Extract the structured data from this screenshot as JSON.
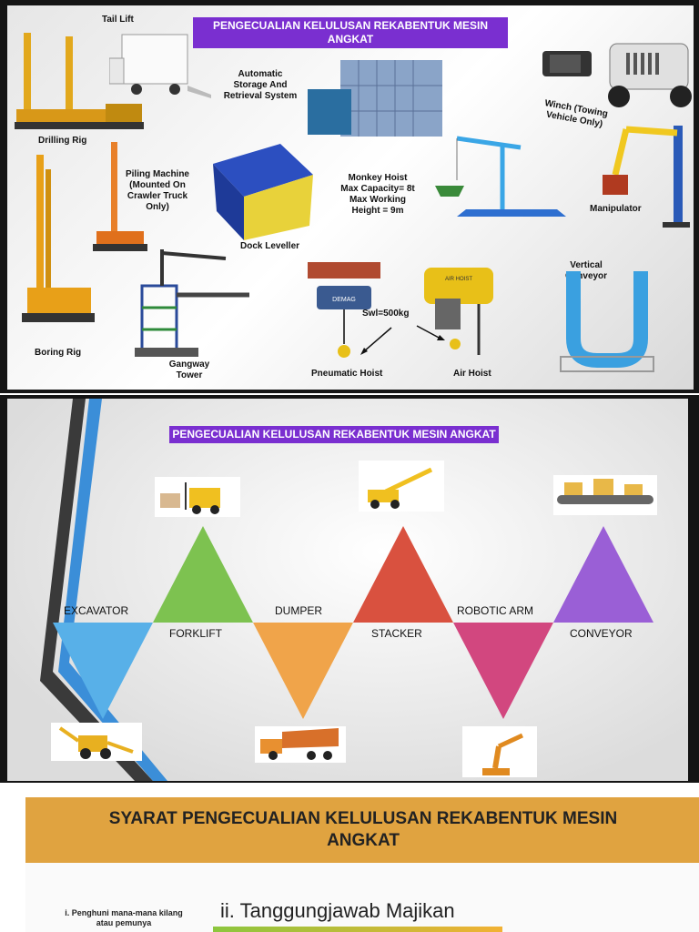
{
  "slide1": {
    "title": "PENGECUALIAN KELULUSAN REKABENTUK MESIN ANGKAT",
    "labels": {
      "tail_lift": "Tail Lift",
      "drilling_rig": "Drilling Rig",
      "asrs": "Automatic Storage And Retrieval System",
      "winch": "Winch (Towing Vehicle Only)",
      "piling_machine": "Piling Machine (Mounted On Crawler Truck Only)",
      "monkey_hoist": "Monkey Hoist Max Capacity= 8t Max Working Height = 9m",
      "manipulator": "Manipulator",
      "dock_leveller": "Dock Leveller",
      "boring_rig": "Boring Rig",
      "swl": "Swl=500kg",
      "vertical_conveyor": "Vertical Conveyor",
      "gangway_tower": "Gangway Tower",
      "pneumatic_hoist": "Pneumatic Hoist",
      "air_hoist": "Air Hoist",
      "demag": "DEMAG",
      "air_hoist_tag": "AIR HOIST"
    }
  },
  "slide2": {
    "title": "PENGECUALIAN KELULUSAN REKABENTUK MESIN ANGKAT",
    "items": {
      "excavator": "EXCAVATOR",
      "forklift": "FORKLIFT",
      "dumper": "DUMPER",
      "stacker": "STACKER",
      "robotic_arm": "ROBOTIC ARM",
      "conveyor": "CONVEYOR"
    },
    "colors": {
      "excavator": "#58b0e8",
      "forklift": "#7dc250",
      "dumper": "#f0a44a",
      "stacker": "#d9513f",
      "robotic_arm": "#d2477f",
      "conveyor": "#9a5fd6"
    }
  },
  "slide3": {
    "title": "SYARAT PENGECUALIAN KELULUSAN REKABENTUK MESIN ANGKAT",
    "left_note": "i. Penghuni mana-mana kilang atau pemunya",
    "heading": "ii. Tanggungjawab Majikan"
  }
}
